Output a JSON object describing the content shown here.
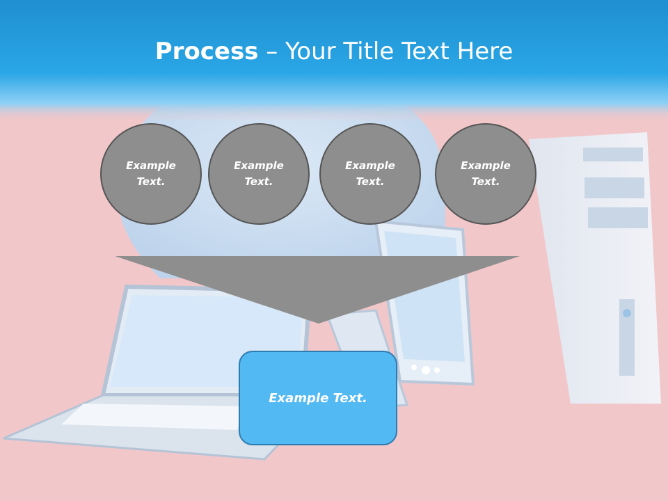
{
  "slide": {
    "title_bold": "Process",
    "title_rest": " – Your Title Text Here"
  },
  "circles": [
    {
      "label": "Example\nText."
    },
    {
      "label": "Example\nText."
    },
    {
      "label": "Example\nText."
    },
    {
      "label": "Example\nText."
    }
  ],
  "result_box": {
    "label": "Example Text."
  },
  "colors": {
    "header_blue": "#2aa6e6",
    "background_pink": "#f1c7ca",
    "circle_gray": "#8e8e8e",
    "funnel_gray": "#8e8e8e",
    "box_blue": "#53b9f3"
  }
}
